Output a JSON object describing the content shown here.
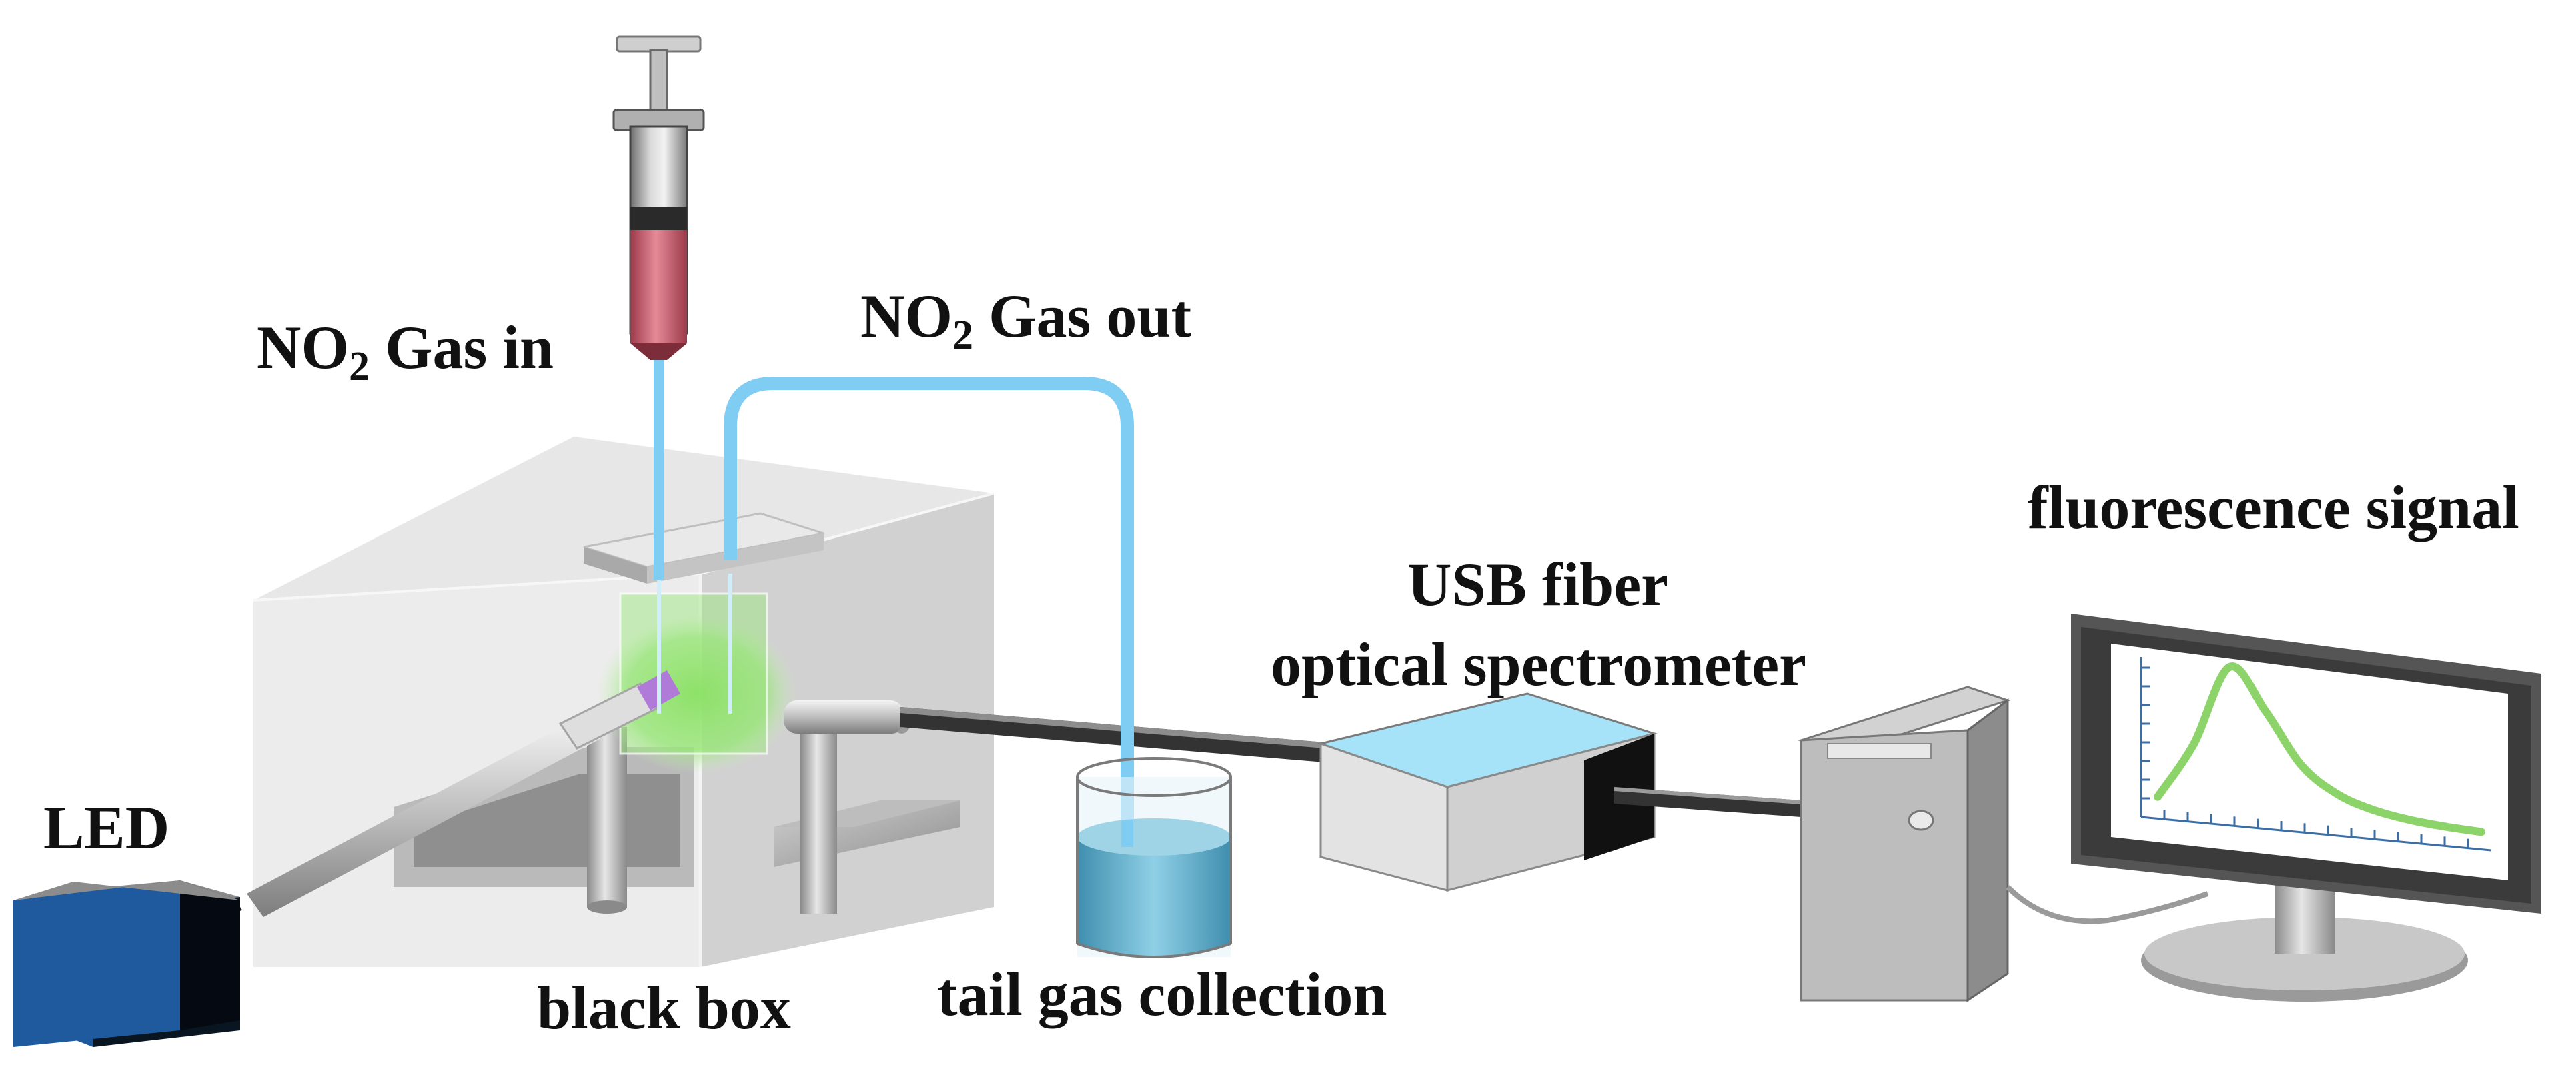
{
  "labels": {
    "gas_in_prefix": "NO",
    "gas_in_sub": "2",
    "gas_in_suffix": " Gas in",
    "gas_out_prefix": "NO",
    "gas_out_sub": "2",
    "gas_out_suffix": " Gas out",
    "led": "LED",
    "black_box": "black box",
    "tail_gas": "tail gas collection",
    "spectrometer_line1": "USB fiber",
    "spectrometer_line2": "optical spectrometer",
    "fluorescence": "fluorescence signal"
  },
  "colors": {
    "tube": "#7fcdf2",
    "syringe_liquid": "#d96a7a",
    "led_face": "#1f5a9e",
    "sample_glow": "#8fe06a",
    "curve": "#8cd46a",
    "spectrometer_top": "#a6e3f8",
    "beaker_liquid": "#5aa7c4"
  },
  "chart_data": {
    "type": "line",
    "series": [
      {
        "values": [
          0.05,
          0.45,
          1.0,
          0.7,
          0.35,
          0.18,
          0.1,
          0.06,
          0.04,
          0.03
        ]
      }
    ],
    "x": [
      0,
      1,
      2,
      3,
      4,
      5,
      6,
      7,
      8,
      9
    ],
    "xlabel": "",
    "ylabel": "",
    "grid": false
  }
}
